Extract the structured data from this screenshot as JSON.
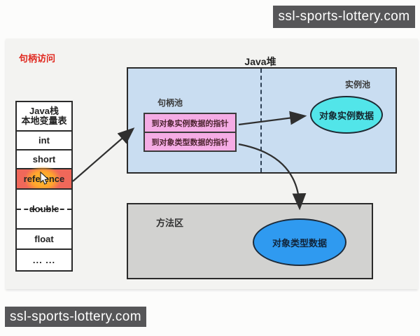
{
  "watermark": {
    "text": "ssl-sports-lottery.com"
  },
  "page": {
    "title": "句柄访问"
  },
  "stack": {
    "header_line1": "Java栈",
    "header_line2": "本地变量表",
    "rows": [
      "int",
      "short",
      "reference",
      "double",
      "float",
      "... ..."
    ]
  },
  "heap": {
    "label": "Java堆",
    "handle_pool_label": "句柄池",
    "instance_pool_label": "实例池",
    "pointer_to_instance_data": "到对象实例数据的指针",
    "pointer_to_type_data": "到对象类型数据的指针",
    "instance_data_label": "对象实例数据"
  },
  "method_area": {
    "label": "方法区",
    "type_data_label": "对象类型数据"
  },
  "colors": {
    "title_red": "#e0251c",
    "heap_fill": "#c9ddf1",
    "pointer_box_fill": "#f5ace5",
    "instance_ellipse_fill": "#52e5e9",
    "type_ellipse_fill": "#2f9af0",
    "method_area_fill": "#d2d2d0",
    "reference_highlight": "#f0685a",
    "click_glow": "#ffa32e",
    "watermark_bg": "#565658",
    "connector": "#2f2f2f"
  }
}
